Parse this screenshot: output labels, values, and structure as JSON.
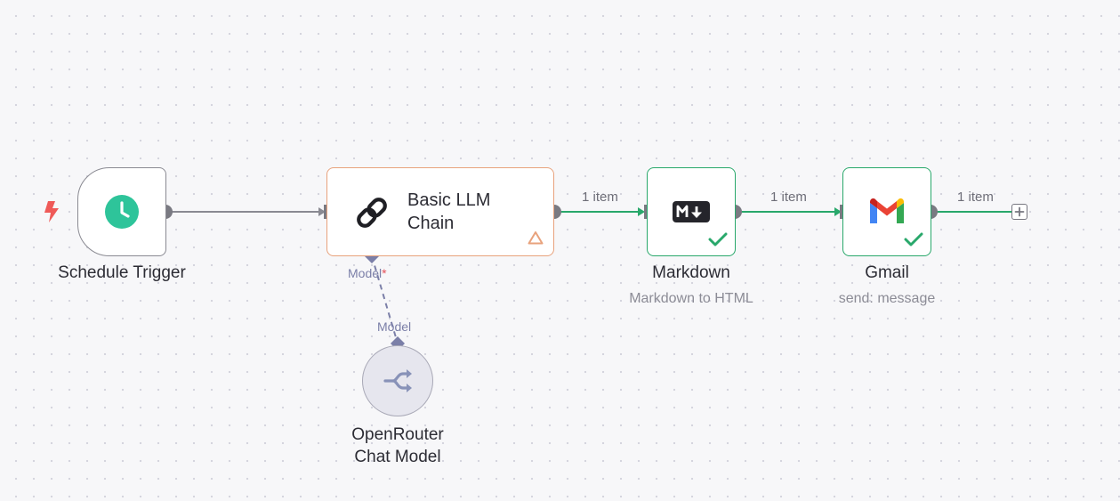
{
  "workflow": {
    "nodes": {
      "schedule_trigger": {
        "label": "Schedule Trigger",
        "icon": "clock-icon",
        "trigger_icon": "lightning-bolt-icon",
        "accent": "#2ec49a",
        "status": "idle"
      },
      "basic_llm_chain": {
        "title": "Basic LLM Chain",
        "icon": "link-chain-icon",
        "status_icon": "warning-triangle-icon",
        "accent": "#e8a27c",
        "input_connector": {
          "label": "Model",
          "required_mark": "*"
        }
      },
      "markdown": {
        "label": "Markdown",
        "subtitle": "Markdown to HTML",
        "icon": "markdown-icon",
        "status": "success"
      },
      "gmail": {
        "label": "Gmail",
        "subtitle": "send: message",
        "icon": "gmail-icon",
        "status": "success"
      },
      "openrouter_chat_model": {
        "label_line1": "OpenRouter",
        "label_line2": "Chat Model",
        "icon": "openrouter-icon",
        "output_connector": {
          "label": "Model"
        }
      }
    },
    "edges": [
      {
        "from": "Schedule Trigger",
        "to": "Basic LLM Chain",
        "label": ""
      },
      {
        "from": "Basic LLM Chain",
        "to": "Markdown",
        "label": "1 item"
      },
      {
        "from": "Markdown",
        "to": "Gmail",
        "label": "1 item"
      },
      {
        "from": "Gmail",
        "to": "add-node",
        "label": "1 item"
      }
    ],
    "colors": {
      "success": "#29a86b",
      "warning": "#e8a27c",
      "connector": "#7b7fa8",
      "handle": "#7a7a82"
    }
  }
}
